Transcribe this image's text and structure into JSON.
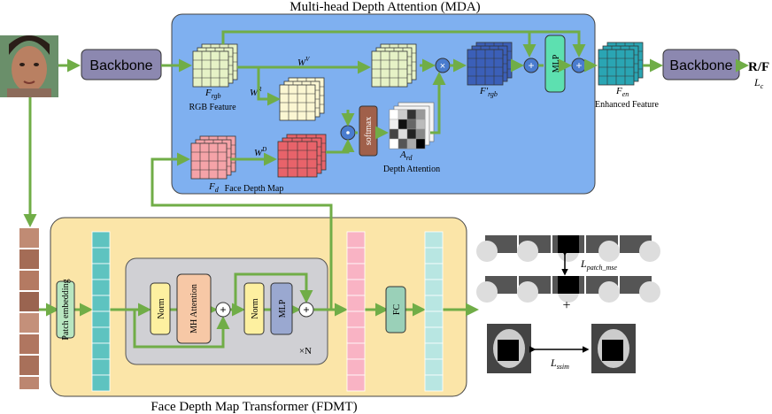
{
  "mda": {
    "title": "Multi-head Depth Attention (MDA)",
    "frgb_label": "F",
    "frgb_sub": "rgb",
    "rgb_feature": "RGB Feature",
    "fd_label": "F",
    "fd_sub": "d",
    "face_depth_map": "Face Depth Map",
    "wv": "W",
    "wv_sup": "V",
    "wr": "W",
    "wr_sup": "R",
    "wd": "W",
    "wd_sup": "D",
    "softmax": "softmax",
    "ard_label": "A",
    "ard_sub": "rd",
    "depth_attention": "Depth Attention",
    "fprime_label": "F'",
    "fprime_sub": "rgb",
    "mlp": "MLP",
    "fen_label": "F",
    "fen_sub": "en",
    "enhanced_feature": "Enhanced Feature"
  },
  "pipeline": {
    "backbone_1": "Backbone",
    "backbone_2": "Backbone",
    "output": "R/F",
    "loss_c": "L",
    "loss_c_sub": "c"
  },
  "fdmt": {
    "title": "Face Depth Map Transformer (FDMT)",
    "patch_embedding": "Patch embedding",
    "norm_1": "Norm",
    "mh_attention": "MH Attention",
    "norm_2": "Norm",
    "mlp": "MLP",
    "repeat": "×N",
    "fc": "FC"
  },
  "losses": {
    "patch_mse": "L",
    "patch_mse_sub": "patch_mse",
    "plus": "+",
    "ssim": "L",
    "ssim_sub": "ssim"
  },
  "colors": {
    "mda_bg": "#7fb0f0",
    "fdmt_bg": "#fbe5a8",
    "arrow": "#70ad47",
    "backbone": "#8c88b0",
    "rgb_cube": "#e6f2c6",
    "wr_cube": "#fbf6d2",
    "fd_cube": "#f5a3a8",
    "fd_proj_cube": "#e8636a",
    "fprime_cube": "#3b5fb8",
    "fen_cube": "#2aa5b3",
    "mlp_box": "#5de0b0",
    "softmax_box": "#a0604a",
    "token_teal": "#5ec3c0",
    "token_pink": "#f9b3c4",
    "token_light": "#b8e6e2"
  }
}
